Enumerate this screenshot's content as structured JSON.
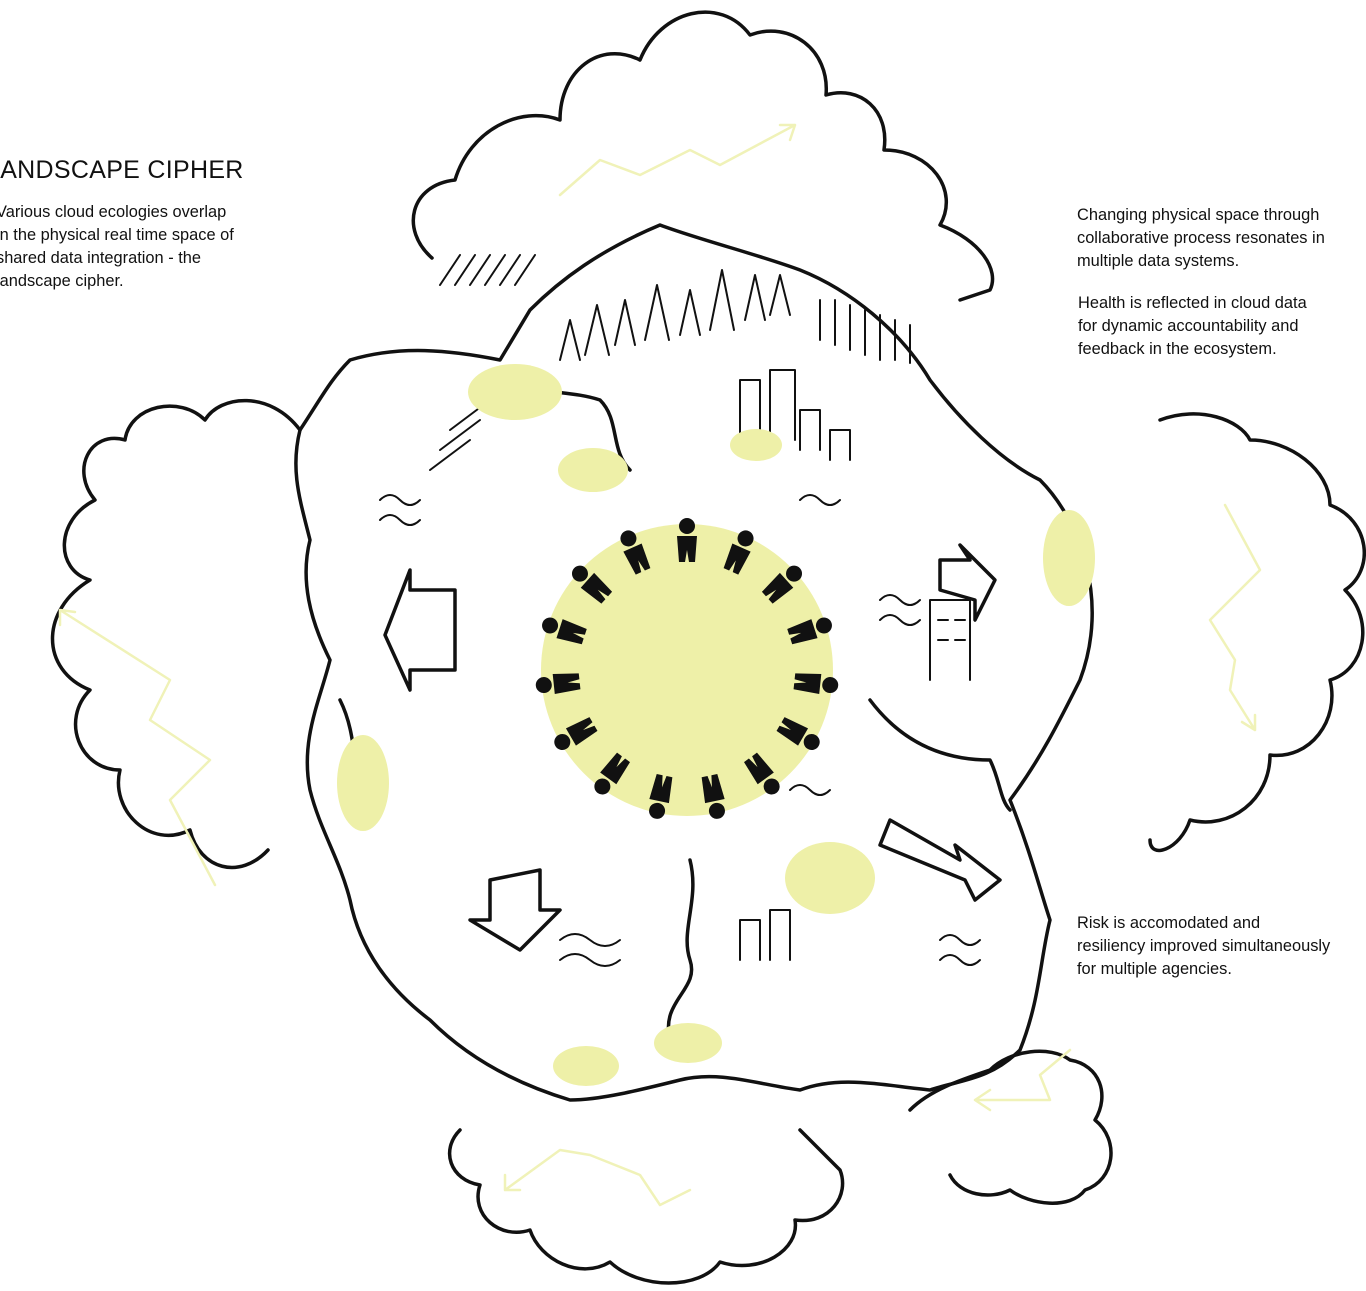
{
  "title": "LANDSCAPE CIPHER",
  "notes": {
    "left": "Various cloud ecologies overlap\nin the physical real time space of\nshared data integration - the\nlandscape cipher.",
    "right_1": "Changing physical space through\ncollaborative process resonates in\nmultiple data systems.",
    "right_2": "Health is reflected in cloud data\nfor dynamic accountability and\nfeedback in the ecosystem.",
    "right_3": "Risk is accomodated and\nresiliency improved simultaneously\nfor multiple agencies."
  },
  "colors": {
    "ink": "#111111",
    "highlight": "#eef0a8",
    "flow_arrow": "#f0f2b8",
    "background": "#ffffff"
  }
}
